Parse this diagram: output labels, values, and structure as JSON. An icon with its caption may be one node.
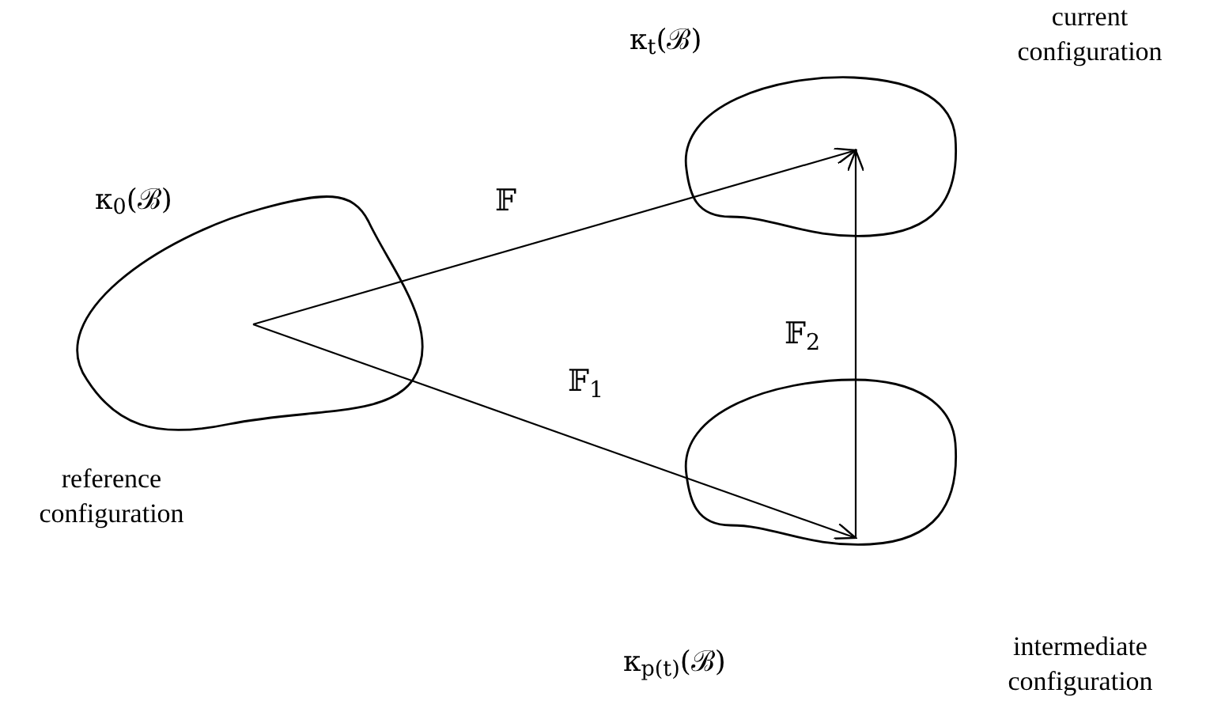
{
  "diagram": {
    "nodes": [
      {
        "text": [
          "κ$_{0}$(ℬ)",
          "reference configuration"
        ]
      },
      {
        "text": [
          "κ$_{t}$(ℬ)",
          "current configuration"
        ]
      },
      {
        "text": [
          "κ$_{p(t)}$(ℬ)",
          "intermediate configuration"
        ]
      }
    ],
    "edges": [
      {
        "from": 0,
        "to": 1,
        "arrow": "to",
        "label": "𝔽"
      },
      {
        "from": 0,
        "to": 2,
        "arrow": "to",
        "label": "𝔽$_{1}$"
      },
      {
        "from": 2,
        "to": 1,
        "arrow": "to",
        "label": "𝔽$_{2}$"
      }
    ]
  }
}
